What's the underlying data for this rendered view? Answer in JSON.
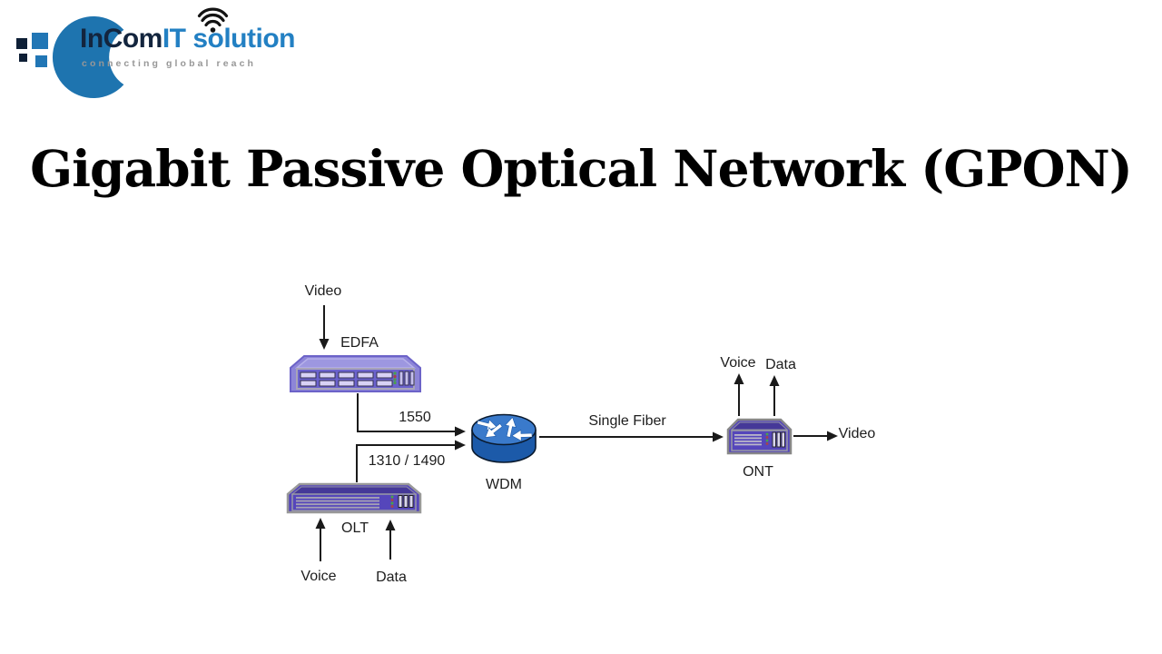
{
  "logo": {
    "brand_dark": "InCom",
    "brand_accent": "IT",
    "brand_suffix": " solution",
    "tagline": "connecting global reach",
    "colors": {
      "dark_navy": "#13253e",
      "accent_blue": "#2380c3",
      "tagline_gray": "#979797",
      "swoosh_blue": "#1e74af"
    }
  },
  "title": "Gigabit Passive Optical Network (GPON)",
  "diagram": {
    "nodes": {
      "edfa": {
        "label": "EDFA"
      },
      "olt": {
        "label": "OLT"
      },
      "wdm": {
        "label": "WDM"
      },
      "ont": {
        "label": "ONT"
      }
    },
    "flows": {
      "video_in": "Video",
      "voice_in": "Voice",
      "data_in": "Data",
      "wavelength_edfa_wdm": "1550",
      "wavelength_olt_wdm": "1310 / 1490",
      "single_fiber": "Single Fiber",
      "voice_out": "Voice",
      "data_out": "Data",
      "video_out": "Video"
    },
    "colors": {
      "device_purple": "#5546bb",
      "edfa_purple": "#8d85d8",
      "router_blue_top": "#3a7acb",
      "router_blue_body": "#1c5aa9",
      "line_black": "#1a1a1a"
    }
  }
}
